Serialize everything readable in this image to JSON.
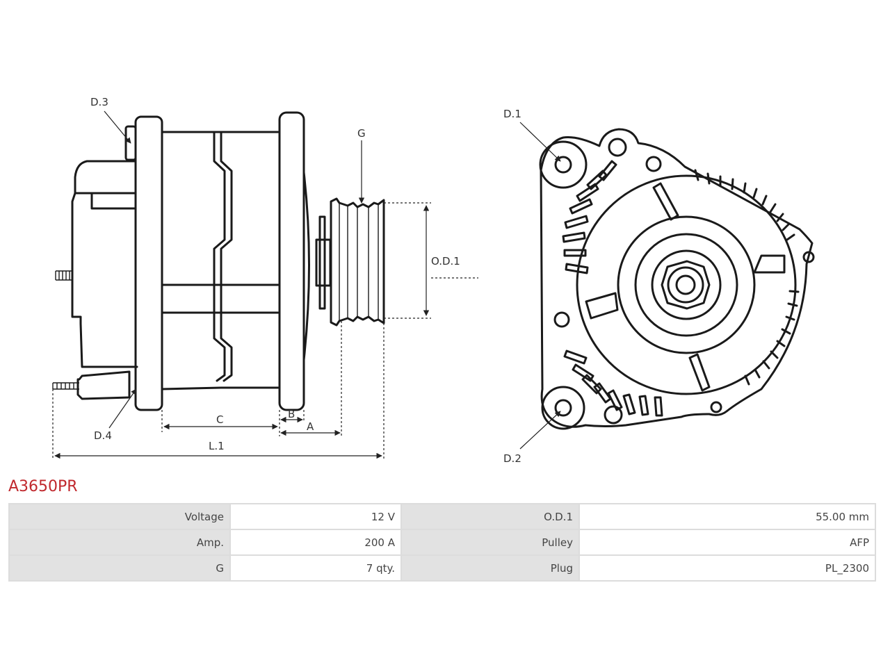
{
  "part_number": "A3650PR",
  "diagram_labels": {
    "d1": "D.1",
    "d2": "D.2",
    "d3": "D.3",
    "d4": "D.4",
    "g": "G",
    "od1": "O.D.1",
    "a": "A",
    "b": "B",
    "c": "C",
    "l1": "L.1"
  },
  "specs": [
    {
      "key1": "Voltage",
      "val1": "12 V",
      "key2": "O.D.1",
      "val2": "55.00 mm"
    },
    {
      "key1": "Amp.",
      "val1": "200 A",
      "key2": "Pulley",
      "val2": "AFP"
    },
    {
      "key1": "G",
      "val1": "7 qty.",
      "key2": "Plug",
      "val2": "PL_2300"
    }
  ],
  "colors": {
    "title": "#c0282d",
    "line": "#1a1a1a",
    "table_key_bg": "#e2e2e2",
    "table_border": "#dcdcdc"
  }
}
